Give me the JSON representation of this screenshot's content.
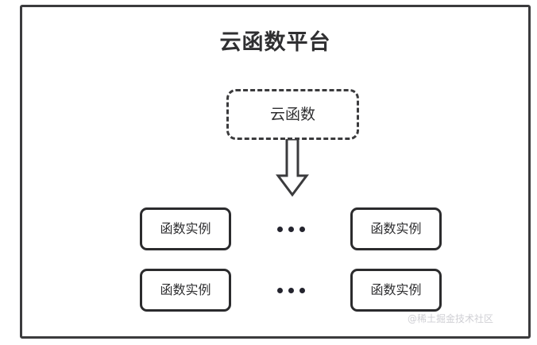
{
  "diagram": {
    "title": "云函数平台",
    "cloud_function": {
      "label": "云函数",
      "border_style": "dashed"
    },
    "arrow": {
      "icon": "arrow-down-block-outline",
      "direction": "down"
    },
    "instance_rows": [
      {
        "left_instance": "函数实例",
        "ellipsis": "•••",
        "right_instance": "函数实例"
      },
      {
        "left_instance": "函数实例",
        "ellipsis": "•••",
        "right_instance": "函数实例"
      }
    ],
    "watermark": "@稀土掘金技术社区",
    "colors": {
      "stroke": "#3b3b3d",
      "box_stroke": "#2b2b2d",
      "text": "#2f2f31",
      "background": "#ffffff",
      "watermark": "#cfcfd4",
      "dot": "#24242e"
    }
  }
}
